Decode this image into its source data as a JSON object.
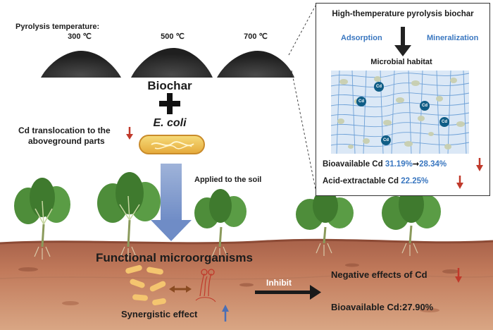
{
  "pyrolysis": {
    "label": "Pyrolysis temperature:",
    "temps": [
      "300 ℃",
      "500 ℃",
      "700 ℃"
    ]
  },
  "biochar_label": "Biochar",
  "plus": "+",
  "ecoli_label": "E. coli",
  "cd_translocation": [
    "Cd translocation to the",
    "aboveground parts"
  ],
  "applied_label": "Applied to the soil",
  "inset": {
    "title": "High-themperature pyrolysis biochar",
    "adsorption": "Adsorption",
    "mineralization": "Mineralization",
    "habitat": "Microbial habitat",
    "cd_marker": "Cd",
    "bioavailable_label": "Bioavailable Cd",
    "bioavailable_from": "31.19%",
    "bioavailable_to": "28.34%",
    "acid_label": "Acid-extractable Cd",
    "acid_value": "22.25%"
  },
  "soil": {
    "functional": "Functional microorganisms",
    "synergistic": "Synergistic effect",
    "inhibit": "Inhibit",
    "negative": "Negative effects of Cd",
    "bioavailable_final": "Bioavailable Cd:27.90%"
  },
  "colors": {
    "red_arrow": "#c0392b",
    "blue_arrow": "#4a6fb5",
    "value_blue": "#3a77c0",
    "soil_top": "#b06a4f",
    "soil_bottom": "#c98b6c",
    "leaf": "#4e8d3a",
    "biochar": "#3a3a3a"
  }
}
